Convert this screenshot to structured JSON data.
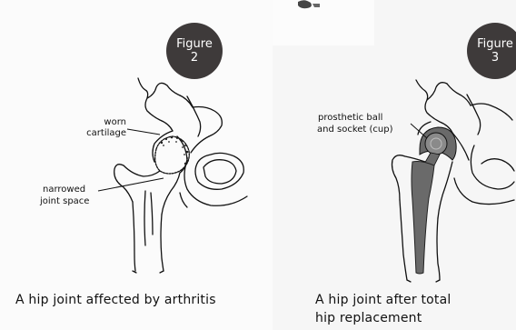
{
  "figure_left": {
    "badge_word": "Figure",
    "badge_number": "2",
    "labels": {
      "worn": "worn",
      "cartilage": "cartilage",
      "narrowed": "narrowed",
      "joint_space": "joint space"
    },
    "caption": "A hip joint affected by arthritis"
  },
  "figure_right": {
    "badge_word": "Figure",
    "badge_number": "3",
    "labels": {
      "line1": "prosthetic ball",
      "line2": "and socket (cup)"
    },
    "caption_line1": "A hip joint after total",
    "caption_line2": "hip replacement"
  },
  "colors": {
    "badge": "#3e3a3a",
    "prosthesis": "#6a6a6a",
    "line": "#111111"
  }
}
